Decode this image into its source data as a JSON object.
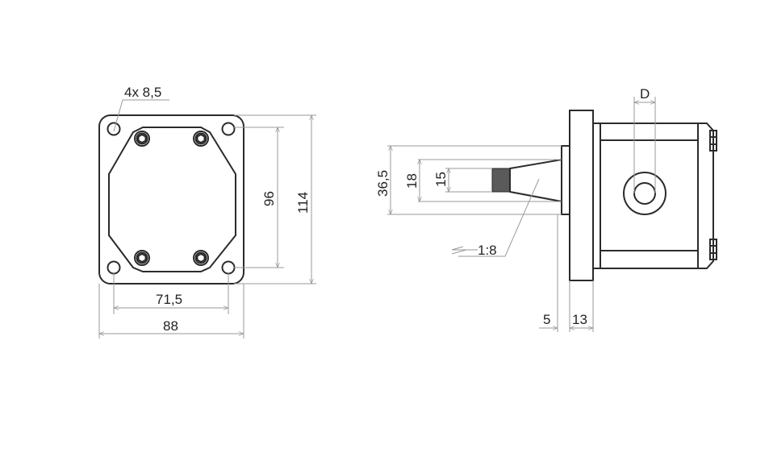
{
  "drawing": {
    "type": "technical-drawing",
    "subject": "gear pump dimension drawing",
    "colors": {
      "line": "#2b2b2b",
      "dimension": "#9a9a9a",
      "text": "#222222",
      "spline_fill": "#5a5a5a",
      "background": "#ffffff"
    }
  },
  "front_view": {
    "holes_label": "4x 8,5",
    "hole_spacing_horizontal": "71,5",
    "overall_width": "88",
    "hole_spacing_vertical": "96",
    "overall_height": "114"
  },
  "side_view": {
    "flange_outer_diameter": "36,5",
    "pilot_diameter": "18",
    "shaft_diameter": "15",
    "taper_label": "1:8",
    "shaft_protrusion": "5",
    "flange_thickness": "13",
    "port_label": "D"
  }
}
